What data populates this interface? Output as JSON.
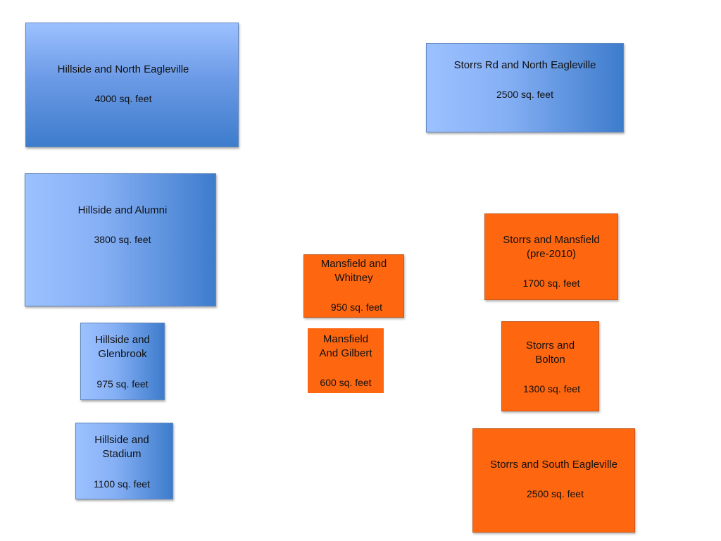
{
  "boxes": {
    "hillside_north_eagleville": {
      "name": "Hillside and North Eagleville",
      "area": "4000 sq. feet"
    },
    "storrs_rd_north_eagleville": {
      "name": "Storrs Rd and North Eagleville",
      "area": "2500 sq. feet"
    },
    "hillside_alumni": {
      "name": "Hillside and Alumni",
      "area": "3800 sq. feet"
    },
    "storrs_mansfield": {
      "name": "Storrs and Mansfield\n(pre-2010)",
      "area": "1700 sq. feet"
    },
    "mansfield_whitney": {
      "name": "Mansfield and\nWhitney",
      "area": "950 sq. feet"
    },
    "hillside_glenbrook": {
      "name": "Hillside and\nGlenbrook",
      "area": "975 sq. feet"
    },
    "mansfield_gilbert": {
      "name": "Mansfield\nAnd Gilbert",
      "area": "600 sq. feet"
    },
    "storrs_bolton": {
      "name": "Storrs and\nBolton",
      "area": "1300 sq. feet"
    },
    "hillside_stadium": {
      "name": "Hillside and\nStadium",
      "area": "1100 sq. feet"
    },
    "storrs_south_eagleville": {
      "name": "Storrs and South Eagleville",
      "area": "2500 sq. feet"
    }
  },
  "colors": {
    "blue_light": "#9cc1ff",
    "blue_dark": "#3d7ccc",
    "orange": "#ff6610"
  }
}
